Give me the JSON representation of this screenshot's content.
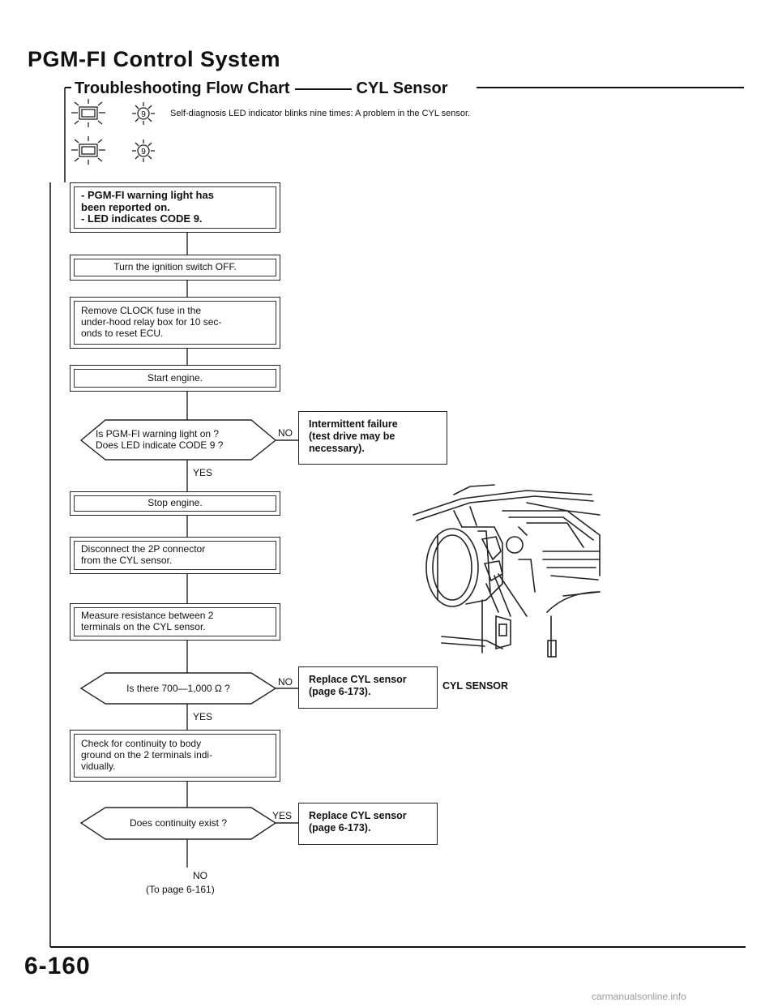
{
  "header": {
    "title": "PGM-FI Control System",
    "section_prefix": "Troubleshooting Flow Chart",
    "section_name": "CYL Sensor"
  },
  "indicator": {
    "caption": "Self-diagnosis LED indicator blinks nine times: A problem in the CYL sensor.",
    "led_code": "9",
    "icons": [
      "engine-check-icon",
      "led-blink-icon"
    ]
  },
  "flow": {
    "start_box": "- PGM-FI warning light has\nbeen  reported on.\n- LED indicates CODE 9.",
    "step1": "Turn the ignition switch OFF.",
    "step2": "Remove  CLOCK  fuse  in  the\nunder-hood relay box for 10 sec-\nonds to reset ECU.",
    "step3": "Start engine.",
    "decision1": "Is PGM-FI warning light on ?\nDoes LED indicate CODE 9 ?",
    "decision1_no": "NO",
    "decision1_yes": "YES",
    "outcome1": "Intermittent failure\n(test  drive  may  be\nnecessary).",
    "step4": "Stop engine.",
    "step5": "Disconnect  the  2P  connector\nfrom the CYL sensor.",
    "step6": "Measure  resistance  between  2\nterminals on the CYL sensor.",
    "decision2": "Is there 700—1,000 Ω ?",
    "decision2_no": "NO",
    "decision2_yes": "YES",
    "outcome2": "Replace  CYL  sensor\n(page 6-173).",
    "step7": "Check  for  continuity  to  body\nground  on  the  2  terminals  indi-\nvidually.",
    "decision3": "Does continuity exist ?",
    "decision3_yes": "YES",
    "decision3_no": "NO",
    "outcome3": "Replace  CYL  sensor\n(page 6-173).",
    "to_page": "(To page 6-161)"
  },
  "figure": {
    "label": "CYL SENSOR"
  },
  "footer": {
    "page_number": "6-160",
    "watermark": "carmanualsonline.info"
  }
}
